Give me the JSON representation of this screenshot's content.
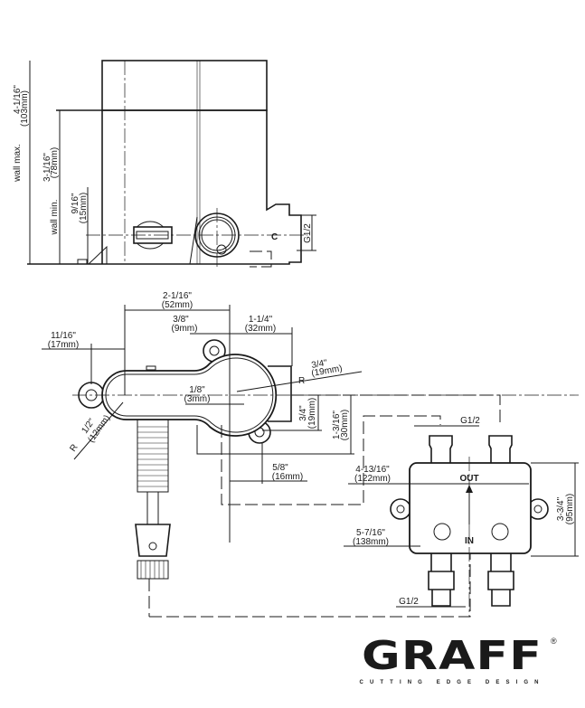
{
  "side_view": {
    "wall_max_label": "wall max.",
    "wall_max_value": "4-1/16\"",
    "wall_max_mm": "(103mm)",
    "wall_min_label": "wall min.",
    "wall_min_value": "3-1/16\"",
    "wall_min_mm": "(78mm)",
    "offset_value": "9/16\"",
    "offset_mm": "(15mm)",
    "c_label": "C",
    "thread_label": "G1/2"
  },
  "top_view": {
    "width_value": "2-1/16\"",
    "width_mm": "(52mm)",
    "d1_value": "3/8\"",
    "d1_mm": "(9mm)",
    "d2_value": "1-1/4\"",
    "d2_mm": "(32mm)",
    "d3_value": "11/16\"",
    "d3_mm": "(17mm)",
    "radius_large_prefix": "R",
    "radius_large_value": "3/4\"",
    "radius_large_mm": "(19mm)",
    "offset_small_value": "1/8\"",
    "offset_small_mm": "(3mm)",
    "radius_small_prefix": "R",
    "radius_small_value": "1/2\"",
    "radius_small_mm": "(12mm)",
    "d4_value": "3/4\"",
    "d4_mm": "(19mm)",
    "d5_value": "1-3/16\"",
    "d5_mm": "(30mm)",
    "d6_value": "5/8\"",
    "d6_mm": "(16mm)"
  },
  "valve_box": {
    "width_value": "4-13/16\"",
    "width_mm": "(122mm)",
    "overall_value": "5-7/16\"",
    "overall_mm": "(138mm)",
    "height_value": "3-3/4\"",
    "height_mm": "(95mm)",
    "thread_top": "G1/2",
    "thread_bottom": "G1/2",
    "out_label": "OUT",
    "in_label": "IN"
  },
  "brand": {
    "logo": "GRAFF",
    "registered": "®",
    "tagline": "CUTTING EDGE DESIGN"
  }
}
